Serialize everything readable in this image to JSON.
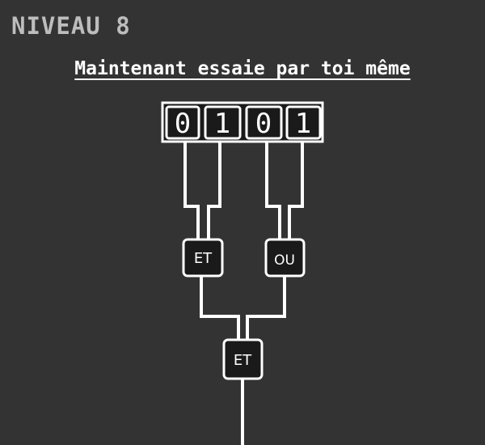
{
  "level": {
    "title": "NIVEAU 8"
  },
  "instruction": "Maintenant essaie par toi même",
  "inputs": {
    "bits": [
      "0",
      "1",
      "0",
      "1"
    ]
  },
  "gates": {
    "left": "ET",
    "right": "OU",
    "final": "ET"
  },
  "colors": {
    "background": "#333333",
    "wire": "#ffffff",
    "box_fill": "#1a1a1a",
    "level_text": "#bdbdbd"
  }
}
